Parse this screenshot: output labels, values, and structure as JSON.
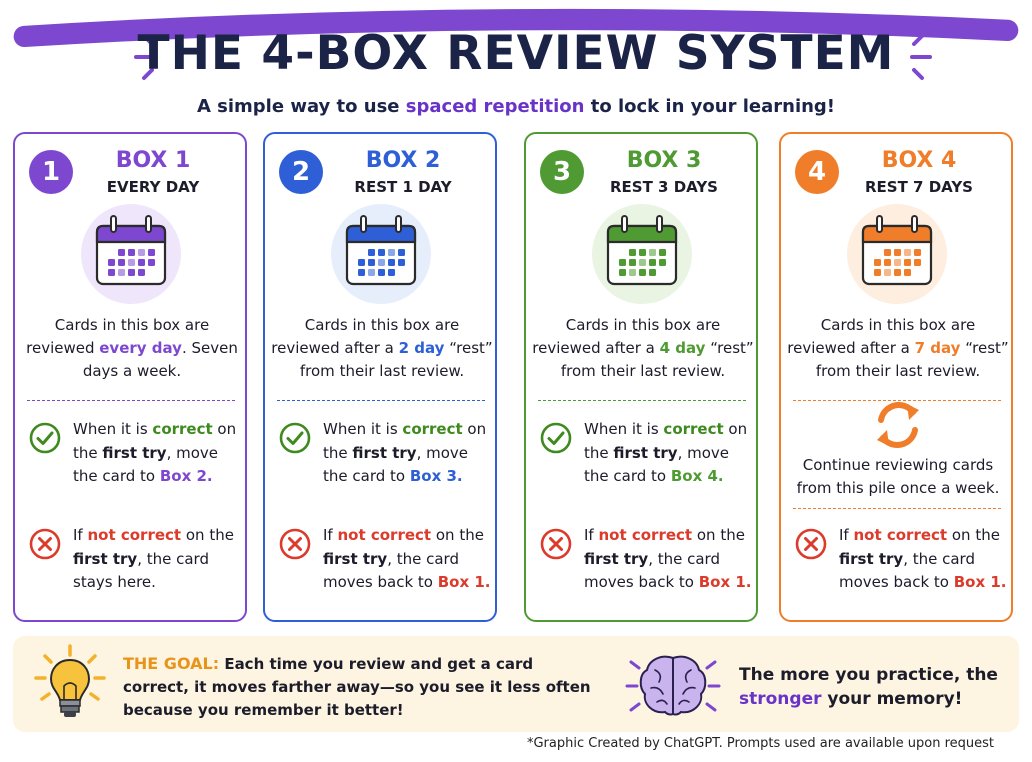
{
  "title": "THE 4-BOX REVIEW SYSTEM",
  "subtitle": {
    "before": "A simple way to use ",
    "highlight": "spaced repetition",
    "after": " to lock in your learning!"
  },
  "boxes": [
    {
      "number": "1",
      "color": "#7d48cf",
      "light": "#efe6fb",
      "title": "BOX 1",
      "subtitle": "EVERY DAY",
      "desc_a": "Cards in this box are reviewed ",
      "desc_em": "every day",
      "desc_b": ". Seven days a week.",
      "ok": {
        "a": "When it is ",
        "em": "correct",
        "b": " on the ",
        "strong": "first try",
        "c": ", move the card to ",
        "target": "Box 2."
      },
      "no": {
        "a": "If ",
        "em": "not correct",
        "b": " on the ",
        "strong": "first try",
        "c": ", the card stays here.",
        "target": ""
      },
      "icon": "calendar-icon"
    },
    {
      "number": "2",
      "color": "#2e5fd6",
      "light": "#e6eefb",
      "title": "BOX 2",
      "subtitle": "REST 1 DAY",
      "desc_a": "Cards in this box are reviewed after a ",
      "desc_em": "2 day",
      "desc_b": " “rest” from their last review.",
      "ok": {
        "a": "When it is ",
        "em": "correct",
        "b": " on the ",
        "strong": "first try",
        "c": ", move the card to ",
        "target": "Box 3."
      },
      "no": {
        "a": "If ",
        "em": "not correct",
        "b": " on the ",
        "strong": "first try",
        "c": ", the card moves back to ",
        "target": "Box 1."
      },
      "icon": "calendar-icon"
    },
    {
      "number": "3",
      "color": "#4f9a32",
      "light": "#eaf4e3",
      "title": "BOX 3",
      "subtitle": "REST 3 DAYS",
      "desc_a": "Cards in this box are reviewed after a ",
      "desc_em": "4 day",
      "desc_b": " “rest” from their last review.",
      "ok": {
        "a": "When it is ",
        "em": "correct",
        "b": " on the ",
        "strong": "first try",
        "c": ", move the card to ",
        "target": "Box 4."
      },
      "no": {
        "a": "If ",
        "em": "not correct",
        "b": " on the ",
        "strong": "first try",
        "c": ", the card moves back to ",
        "target": "Box 1."
      },
      "icon": "calendar-icon"
    },
    {
      "number": "4",
      "color": "#ef7d2a",
      "light": "#fdeedf",
      "title": "BOX 4",
      "subtitle": "REST 7 DAYS",
      "desc_a": "Cards in this box are reviewed after a ",
      "desc_em": "7 day",
      "desc_b": " “rest” from their last review.",
      "continue": "Continue reviewing cards from this pile once a week.",
      "no": {
        "a": "If ",
        "em": "not correct",
        "b": " on the ",
        "strong": "first try",
        "c": ", the card moves back to ",
        "target": "Box 1."
      },
      "icon": "calendar-icon"
    }
  ],
  "goal": {
    "label": "THE GOAL:",
    "text": " Each time you review and get a card correct, it moves farther away—so you see it less often because you remember it better!"
  },
  "practice": {
    "a": "The more you practice, the ",
    "em": "stronger",
    "b": " your memory!"
  },
  "credit": "*Graphic Created by ChatGPT. Prompts used are available upon request",
  "colors": {
    "correct": "#3f8a1f",
    "incorrect": "#dc3b2b",
    "accent": "#6a33c8",
    "goal": "#e8931a"
  }
}
